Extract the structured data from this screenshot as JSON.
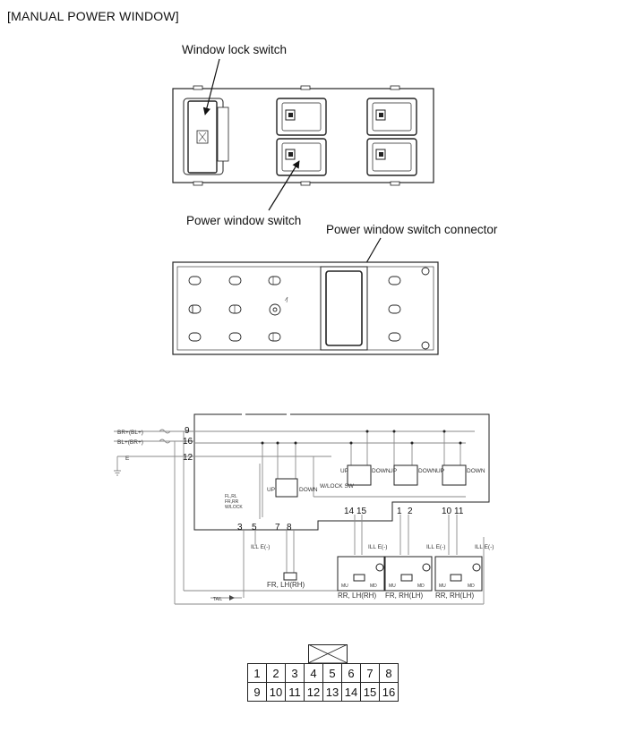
{
  "page_title": "[MANUAL POWER WINDOW]",
  "callouts": {
    "window_lock_switch": "Window lock switch",
    "power_window_switch": "Power window switch",
    "connector": "Power window switch connector"
  },
  "schematic": {
    "inputs": {
      "br_plus": "BR+(BL+)",
      "bl_plus": "BL+(BR+)",
      "ground": "E"
    },
    "pins_top": [
      "9",
      "16",
      "12"
    ],
    "pins_bottom_left": [
      "3",
      "5",
      "7",
      "8"
    ],
    "pins_bottom_right": [
      "14",
      "15",
      "1",
      "2",
      "10",
      "11"
    ],
    "switch_labels": {
      "up": "UP",
      "down": "DOWN",
      "lock": "W/LOCK SW",
      "lock_small": "FL,RL\nFR,RR\nW/LOCK",
      "ill": "ILL E(-)",
      "mu": "MU",
      "md": "MD",
      "tail": "TAIL"
    },
    "motors": [
      "FR, LH(RH)",
      "RR, LH(RH)",
      "FR, RH(LH)",
      "RR, RH(LH)"
    ]
  },
  "connector": {
    "row1": [
      "1",
      "2",
      "3",
      "4",
      "5",
      "6",
      "7",
      "8"
    ],
    "row2": [
      "9",
      "10",
      "11",
      "12",
      "13",
      "14",
      "15",
      "16"
    ]
  }
}
